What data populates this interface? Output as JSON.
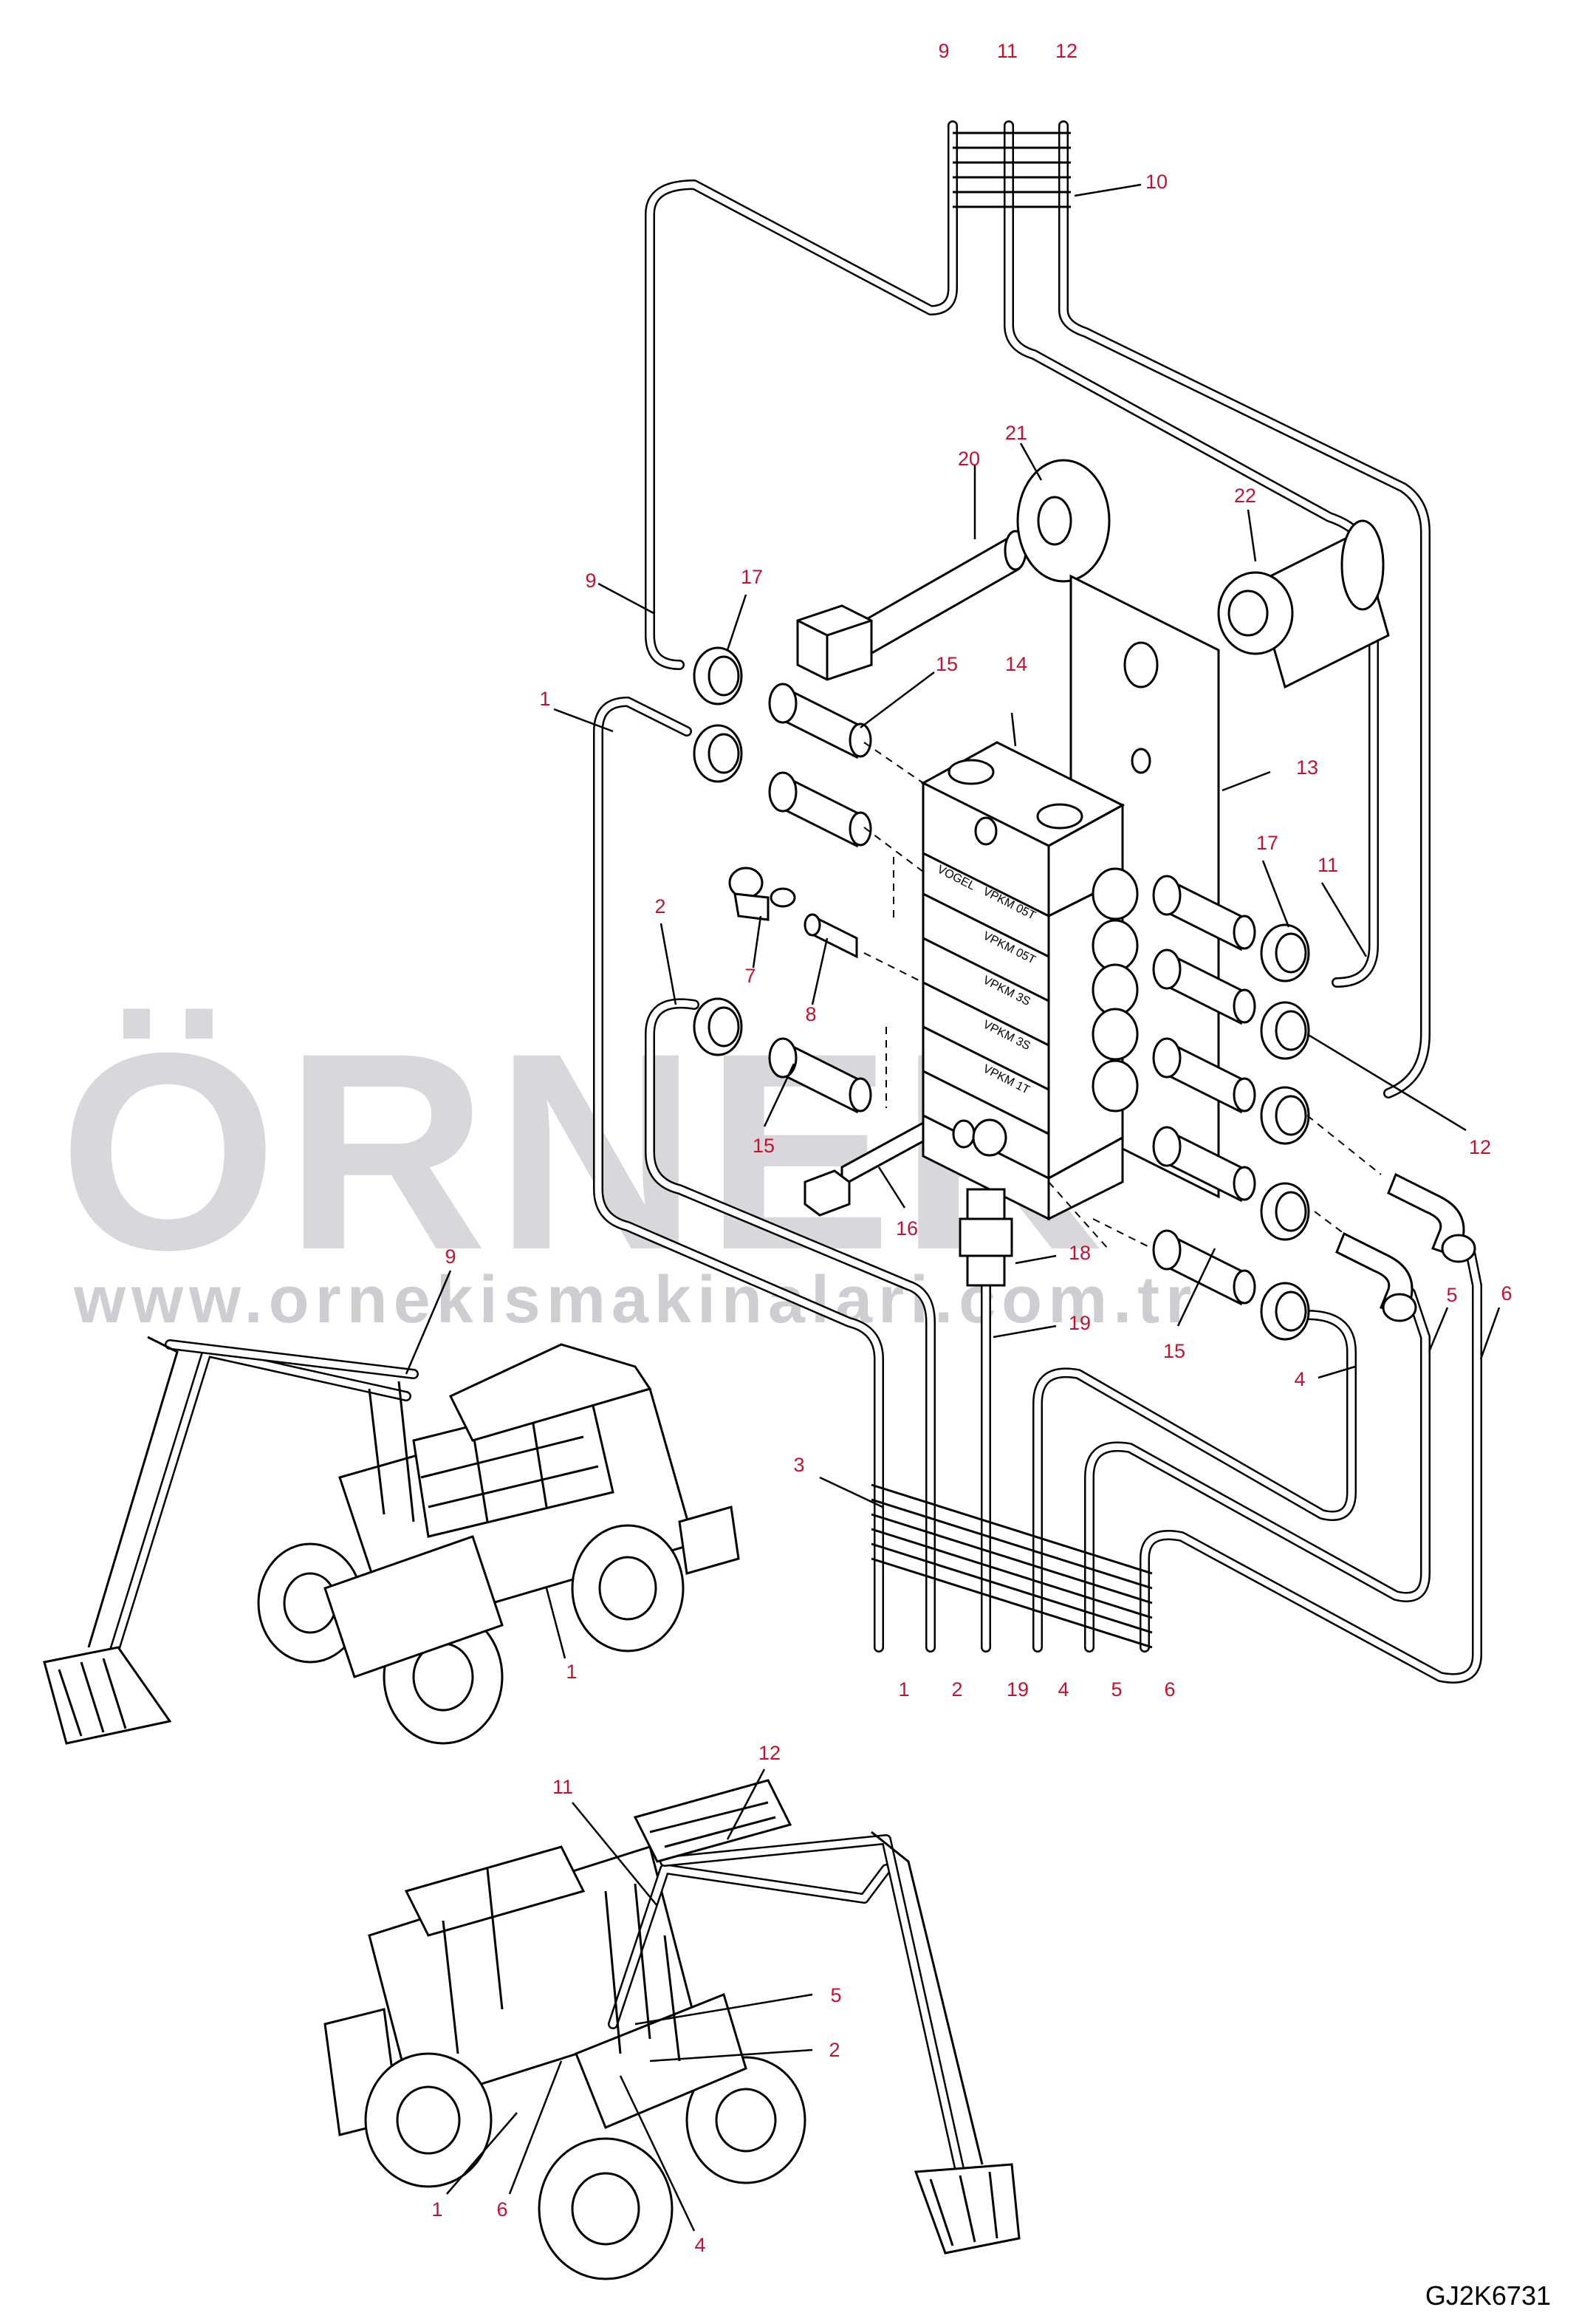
{
  "watermark": {
    "brand": "ÖRNEK",
    "url": "www.ornekismakinalari.com.tr",
    "accent_color": "#f4c430"
  },
  "drawing_code": "GJ2K6731",
  "callouts": {
    "top_9": "9",
    "top_11": "11",
    "top_12": "12",
    "top_10": "10",
    "c21": "21",
    "c20": "20",
    "c22": "22",
    "left_9": "9",
    "left_17": "17",
    "c15_top": "15",
    "c14": "14",
    "left_1": "1",
    "c13": "13",
    "right_17": "17",
    "right_11": "11",
    "left_2": "2",
    "c7": "7",
    "c8": "8",
    "right_12": "12",
    "c15_mid": "15",
    "c16": "16",
    "c18": "18",
    "c19": "19",
    "right_5": "5",
    "right_6": "6",
    "c15_bot": "15",
    "right_4": "4",
    "c3": "3",
    "bot_1": "1",
    "bot_2": "2",
    "bot_19": "19",
    "bot_4": "4",
    "bot_5": "5",
    "bot_6": "6",
    "exc1_9": "9",
    "exc1_1": "1",
    "exc2_11": "11",
    "exc2_12": "12",
    "exc2_5": "5",
    "exc2_2": "2",
    "exc2_1": "1",
    "exc2_6": "6",
    "exc2_4": "4"
  },
  "block_labels": [
    "VOGEL",
    "VPKM 05T",
    "VPKM 05T",
    "VPKM 3S",
    "VPKM 3S",
    "VPKM 1T"
  ]
}
